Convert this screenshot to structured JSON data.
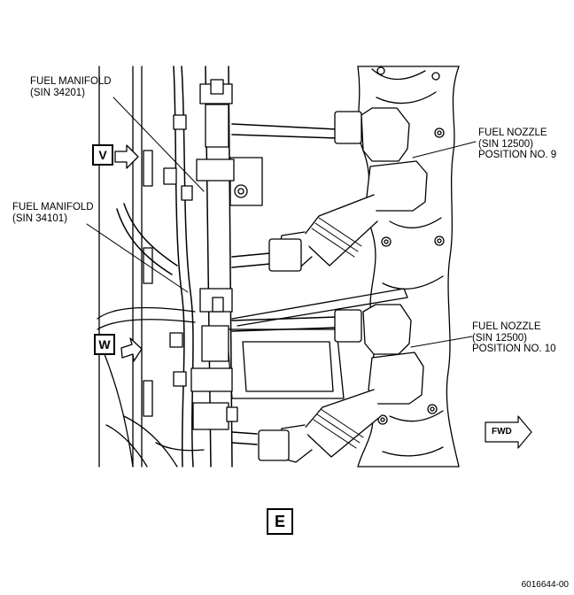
{
  "labels": {
    "fuel_manifold_1": [
      "FUEL MANIFOLD",
      "(SIN 34201)"
    ],
    "fuel_manifold_2": [
      "FUEL MANIFOLD",
      "(SIN 34101)"
    ],
    "fuel_nozzle_9": [
      "FUEL NOZZLE",
      "(SIN 12500)",
      "POSITION NO. 9"
    ],
    "fuel_nozzle_10": [
      "FUEL NOZZLE",
      "(SIN 12500)",
      "POSITION NO. 10"
    ]
  },
  "view_markers": {
    "v": "V",
    "w": "W",
    "view": "E"
  },
  "direction_arrow": "FWD",
  "document_number": "6016644-00"
}
